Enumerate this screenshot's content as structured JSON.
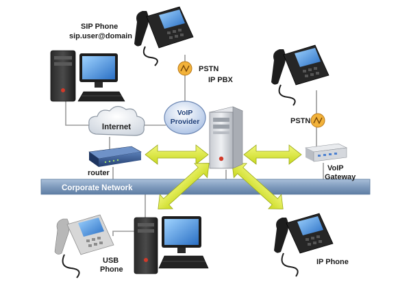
{
  "labels": {
    "sip_phone_title": "SIP Phone",
    "sip_phone_address": "sip.user@domain",
    "pstn_top": "PSTN",
    "pstn_right": "PSTN",
    "ip_pbx": "IP PBX",
    "internet": "Internet",
    "voip_provider_line1": "VoIP",
    "voip_provider_line2": "Provider",
    "router": "router",
    "voip_gateway_line1": "VoIP",
    "voip_gateway_line2": "Gateway",
    "corporate_network": "Corporate Network",
    "usb_phone_line1": "USB",
    "usb_phone_line2": "Phone",
    "ip_phone": "IP Phone"
  },
  "colors": {
    "network_bar": "#7f9bbd",
    "arrow_fill": "#dcea3e",
    "connector_line": "#9a9a9a",
    "voip_bubble": "#c6d6ee",
    "pstn_badge": "#f2b23a"
  }
}
